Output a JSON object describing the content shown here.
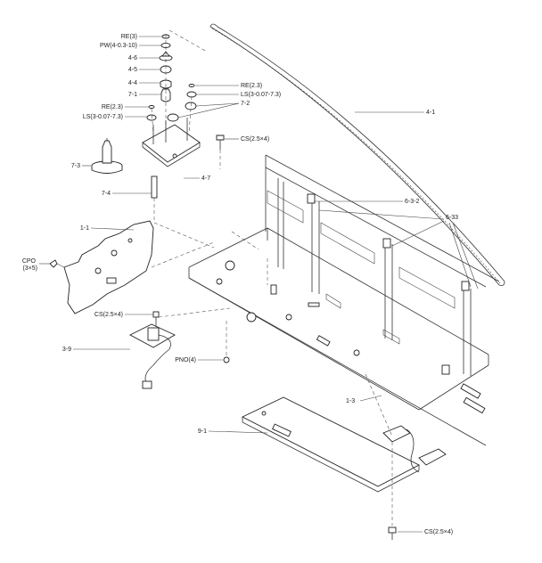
{
  "labels": {
    "re_top": "RE(3)",
    "pw": "PW(4-0.3-10)",
    "p_4_6": "4-6",
    "p_4_5": "4-5",
    "p_4_4": "4-4",
    "p_7_1": "7-1",
    "re_left": "RE(2.3)",
    "ls_left": "LS(3-0.07-7.3)",
    "re_right": "RE(2.3)",
    "ls_right": "LS(3-0.07-7.3)",
    "p_7_2": "7-2",
    "p_4_1": "4-1",
    "cs_upper": "CS(2.5×4)",
    "p_7_3": "7-3",
    "p_4_7": "4-7",
    "p_7_4": "7-4",
    "p_6_3_2": "6-3-2",
    "p_6_33": "6-33",
    "p_1_1": "1-1",
    "cpo": "CPO",
    "cpo_size": "(3×5)",
    "cs_mid": "CS(2.5×4)",
    "p_3_9": "3-9",
    "pno": "PNO(4)",
    "p_1_3": "1-3",
    "p_9_1": "9-1",
    "cs_bottom": "CS(2.5×4)"
  }
}
